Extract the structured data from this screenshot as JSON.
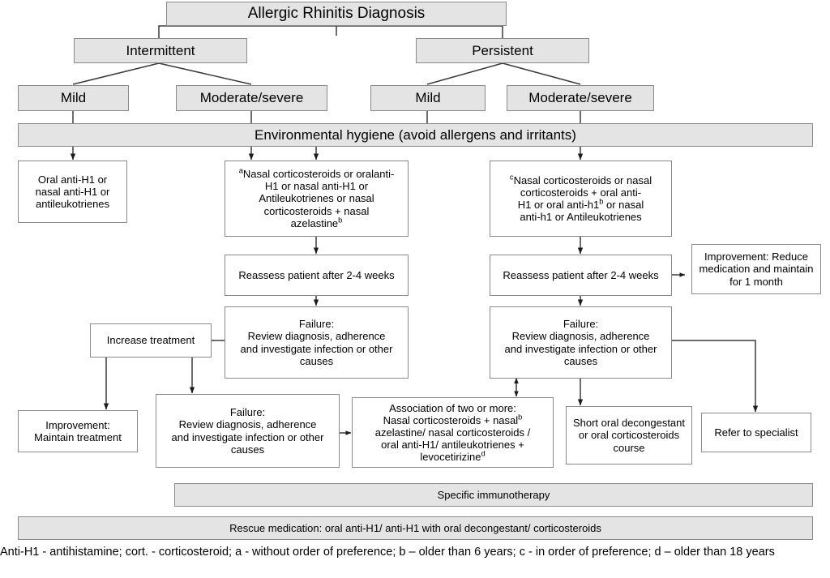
{
  "diagram": {
    "title": "Allergic Rhinitis Diagnosis",
    "nodes": {
      "root": "Allergic Rhinitis Diagnosis",
      "intermittent": "Intermittent",
      "persistent": "Persistent",
      "int_mild": "Mild",
      "int_modsev": "Moderate/severe",
      "per_mild": "Mild",
      "per_modsev": "Moderate/severe",
      "hygiene": "Environmental hygiene (avoid allergens and irritants)",
      "tx_int_mild": "Oral anti-H1 or nasal anti-H1 or antileukotrienes",
      "tx_int_modsev_pre": "a",
      "tx_int_modsev": "Nasal corticosteroids or oralanti-H1 or nasal anti-H1 or Antileukotrienes or nasal corticosteroids + nasal azelastine",
      "tx_int_modsev_post": "b",
      "tx_per_pre": "c",
      "tx_per_p1": "Nasal corticosteroids or nasal corticosteroids + oral anti-H1 or oral anti-h1",
      "tx_per_sup": "b",
      "tx_per_p2": " or nasal anti-h1 or Antileukotrienes",
      "reassess_left": "Reassess patient after 2-4 weeks",
      "reassess_right": "Reassess patient after 2-4 weeks",
      "improvement_reduce": "Improvement: Reduce medication and maintain for 1 month",
      "failure_left": "Failure: Review diagnosis, adherence and investigate infection or other causes",
      "failure_right": "Failure: Review diagnosis, adherence and investigate infection or other causes",
      "increase_treatment": "Increase treatment",
      "improvement_maintain": "Improvement: Maintain treatment",
      "failure_bottom": "Failure: Review diagnosis, adherence and investigate infection or other causes",
      "association_l1": "Association of two or more:",
      "association_l2": "Nasal corticosteroids + nasal",
      "association_l2_sup": "b",
      "association_l3": "azelastine/ nasal corticosteroids /",
      "association_l4": "oral anti-H1/ antileukotrienes +",
      "association_l5": "levocetirizine",
      "association_l5_sup": "d",
      "short_course": "Short oral decongestant or oral corticosteroids course",
      "refer": "Refer to specialist",
      "immunotherapy": "Specific immunotherapy",
      "rescue": "Rescue medication: oral anti-H1/ anti-H1 with oral decongestant/ corticosteroids"
    },
    "failure_lines": {
      "l1": "Failure:",
      "l2": "Review diagnosis, adherence",
      "l3": "and investigate infection or other",
      "l4": "causes"
    },
    "improvement_reduce_lines": {
      "l1": "Improvement: Reduce",
      "l2": "medication and maintain",
      "l3": "for 1 month"
    },
    "improvement_maintain_lines": {
      "l1": "Improvement:",
      "l2": "Maintain treatment"
    },
    "short_course_lines": {
      "l1": "Short oral decongestant",
      "l2": "or oral corticosteroids",
      "l3": "course"
    },
    "tx_int_mild_lines": {
      "l1": "Oral anti-H1 or",
      "l2": "nasal anti-H1 or",
      "l3": "antileukotrienes"
    },
    "tx_int_modsev_lines": {
      "l1": "Nasal corticosteroids or oralanti-",
      "l2": "H1 or nasal anti-H1 or",
      "l3": "Antileukotrienes or nasal",
      "l4": "corticosteroids + nasal",
      "l5": "azelastine"
    },
    "tx_per_lines": {
      "l1": "Nasal corticosteroids or nasal",
      "l2": "corticosteroids + oral anti-",
      "l3a": "H1 or oral anti-h1",
      "l3b": " or nasal",
      "l4": "anti-h1 or Antileukotrienes"
    },
    "footnote": "Anti-H1 - antihistamine; cort. - corticosteroid; a - without order of preference; b – older than 6 years; c - in order of preference; d – older than 18 years",
    "colors": {
      "shaded_fill": "#e4e4e4",
      "border": "#8a8a8a",
      "connector": "#3b3b3b",
      "text": "#000000",
      "background": "#ffffff"
    }
  }
}
